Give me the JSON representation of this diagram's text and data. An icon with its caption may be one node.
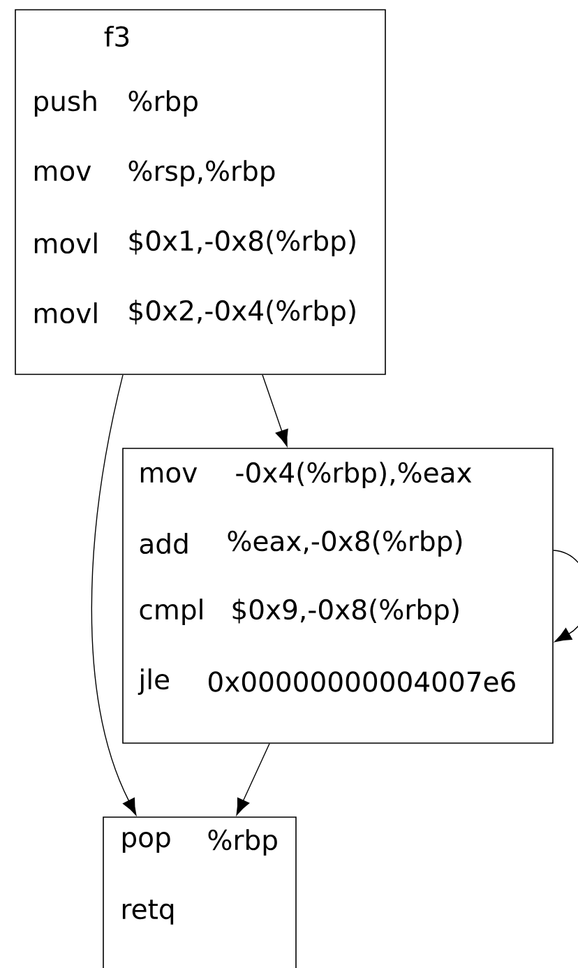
{
  "diagram": {
    "nodes": [
      {
        "text": [
          "f3",
          "push",
          "%rbp",
          "mov",
          "%rsp,%rbp",
          "movl",
          "$0x1,-0x8(%rbp)",
          "movl",
          "$0x2,-0x4(%rbp)"
        ]
      },
      {
        "text": [
          "mov",
          "-0x4(%rbp),%eax",
          "add",
          "%eax,-0x8(%rbp)",
          "cmpl",
          "$0x9,-0x8(%rbp)",
          "jle",
          "0x00000000004007e6"
        ]
      },
      {
        "text": [
          "pop",
          "%rbp",
          "retq"
        ]
      }
    ],
    "edges": [
      {
        "from": 0,
        "to": 1,
        "arrow": "to"
      },
      {
        "from": 0,
        "to": 2,
        "arrow": "to"
      },
      {
        "from": 1,
        "to": 1,
        "arrow": "to"
      },
      {
        "from": 1,
        "to": 2,
        "arrow": "to"
      }
    ]
  }
}
